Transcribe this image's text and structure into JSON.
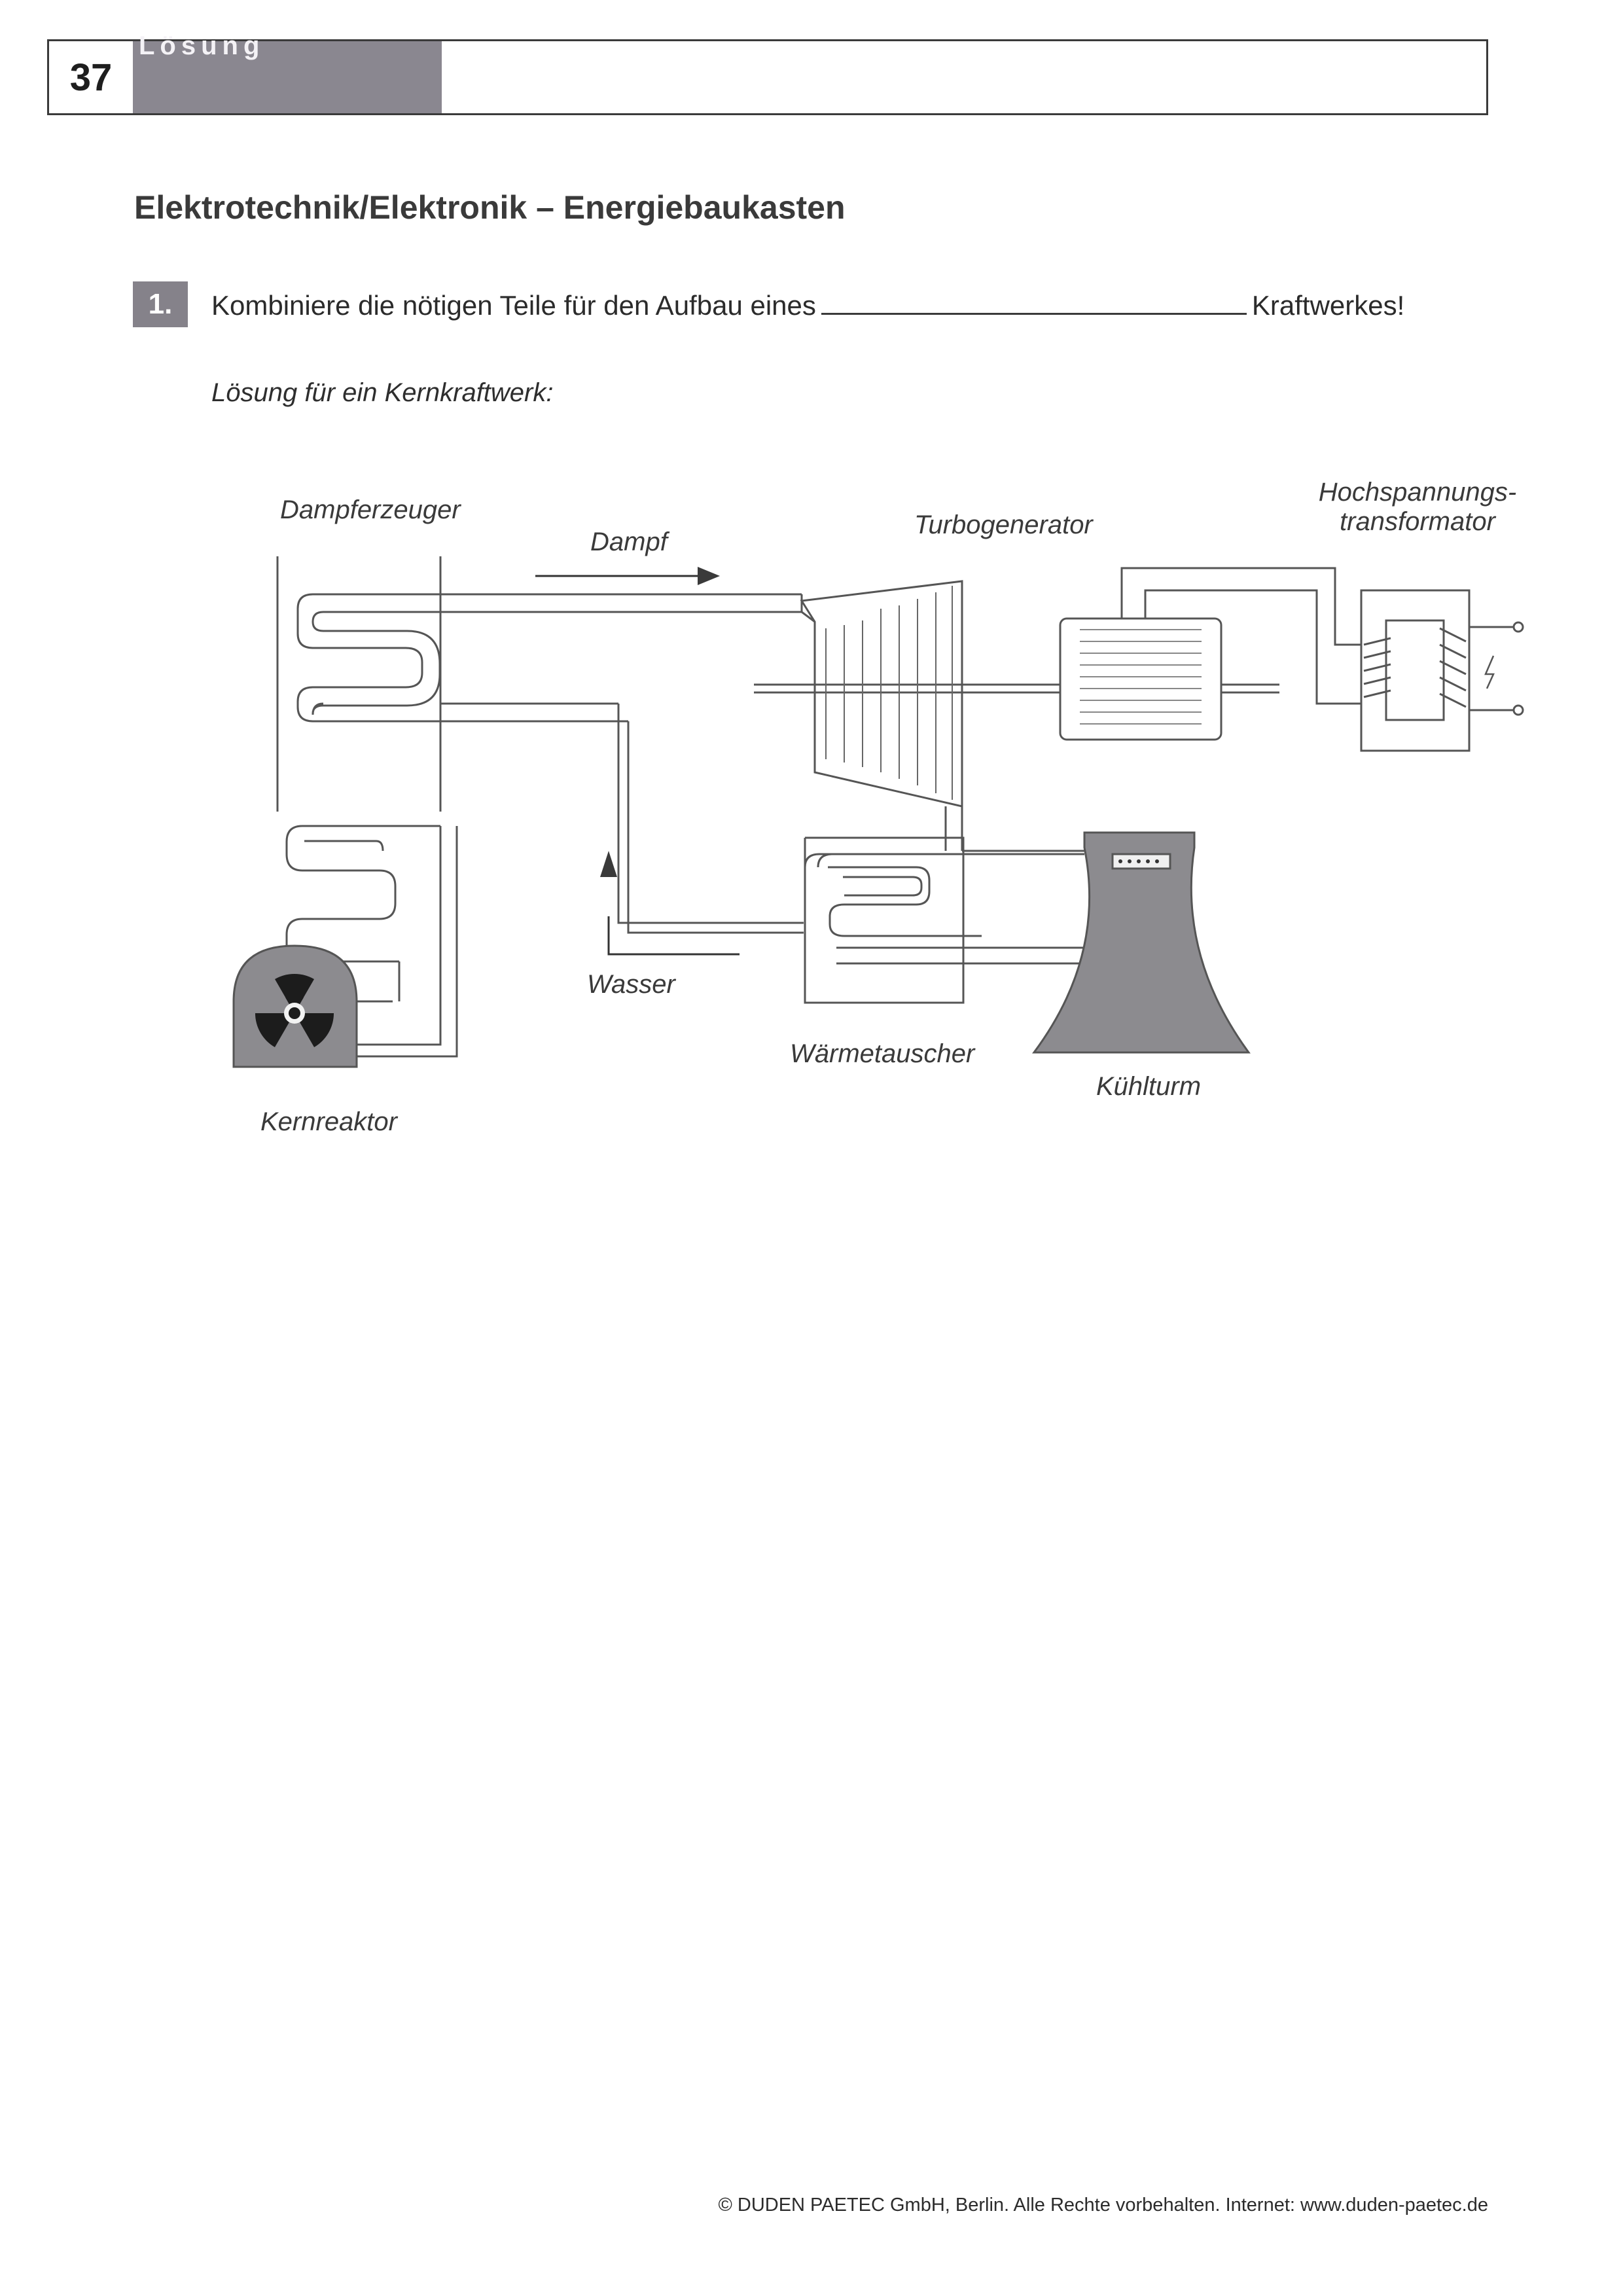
{
  "header": {
    "page_number": "37",
    "tab_label": "Lösung"
  },
  "title": "Elektrotechnik/Elektronik – Energiebaukasten",
  "task": {
    "number": "1.",
    "text_before": "Kombiniere die nötigen Teile für den Aufbau eines",
    "text_after": "Kraftwerkes!"
  },
  "solution_intro": "Lösung für ein Kernkraftwerk:",
  "diagram": {
    "labels": {
      "dampferzeuger": "Dampferzeuger",
      "dampf": "Dampf",
      "turbogenerator": "Turbogenerator",
      "hochspannung_line1": "Hochspannungs-",
      "hochspannung_line2": "transformator",
      "wasser": "Wasser",
      "waermetauscher": "Wärmetauscher",
      "kuehlturm": "Kühlturm",
      "kernreaktor": "Kernreaktor"
    },
    "icons": [
      "radiation-icon",
      "lightning-icon",
      "arrow-right-icon",
      "arrow-up-icon"
    ]
  },
  "footer": "© DUDEN PAETEC GmbH, Berlin. Alle Rechte vorbehalten. Internet: www.duden-paetec.de"
}
